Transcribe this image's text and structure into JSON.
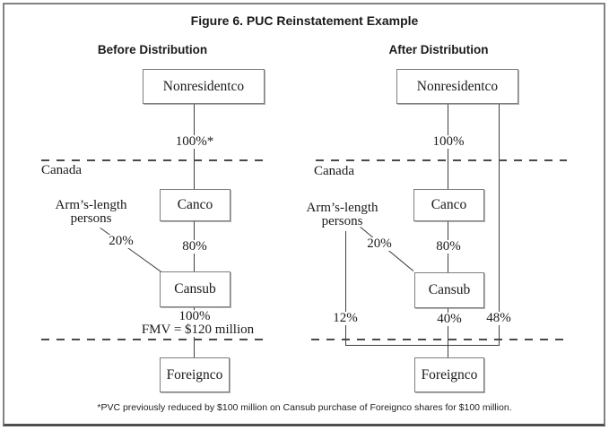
{
  "figure": {
    "title": "Figure 6. PUC Reinstatement Example",
    "footnote": "*PVC previously reduced by $100 million on Cansub purchase of Foreignco shares for $100 million."
  },
  "before": {
    "heading": "Before Distribution",
    "canada": "Canada",
    "arms_length": {
      "line1": "Arm’s-length",
      "line2": "persons"
    },
    "boxes": {
      "nonresidentco": "Nonresidentco",
      "canco": "Canco",
      "cansub": "Cansub",
      "foreignco": "Foreignco"
    },
    "labels": {
      "nonresidentco_to_canco": "100%*",
      "canco_to_cansub": "80%",
      "arms_to_cansub": "20%",
      "cansub_to_foreignco": "100%",
      "fmv": "FMV = $120 million"
    }
  },
  "after": {
    "heading": "After Distribution",
    "canada": "Canada",
    "arms_length": {
      "line1": "Arm’s-length",
      "line2": "persons"
    },
    "boxes": {
      "nonresidentco": "Nonresidentco",
      "canco": "Canco",
      "cansub": "Cansub",
      "foreignco": "Foreignco"
    },
    "labels": {
      "nonresidentco_to_canco": "100%",
      "canco_to_cansub": "80%",
      "arms_to_cansub": "20%",
      "cansub_to_foreignco": "40%",
      "arms_to_foreignco": "12%",
      "nonresidentco_to_foreignco": "48%"
    }
  },
  "colors": {
    "ink": "#1a1a1a",
    "line": "#3f3f3f",
    "box_border": "#7e7e7e"
  }
}
